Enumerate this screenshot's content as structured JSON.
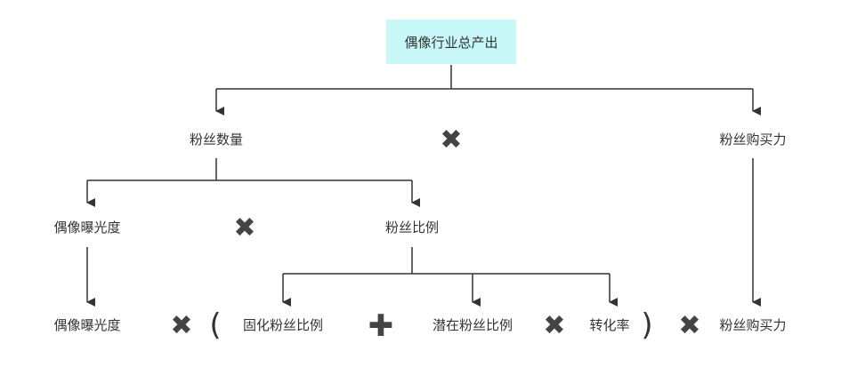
{
  "colors": {
    "root_fill": "#c8f7f7",
    "text": "#333333",
    "operator": "#444444",
    "line": "#333333"
  },
  "nodes": {
    "root": "偶像行业总产出",
    "fan_count": "粉丝数量",
    "fan_purchasing_power_top": "粉丝购买力",
    "idol_exposure_top": "偶像曝光度",
    "fan_ratio": "粉丝比例",
    "idol_exposure_bottom": "偶像曝光度",
    "fixed_fan_ratio": "固化粉丝比例",
    "potential_fan_ratio": "潜在粉丝比例",
    "conversion_rate": "转化率",
    "fan_purchasing_power_bottom": "粉丝购买力"
  },
  "operators": {
    "times": "✖",
    "plus": "✚",
    "open_paren": "(",
    "close_paren": ")"
  },
  "icons": {
    "times": "multiply-icon",
    "plus": "plus-icon"
  }
}
